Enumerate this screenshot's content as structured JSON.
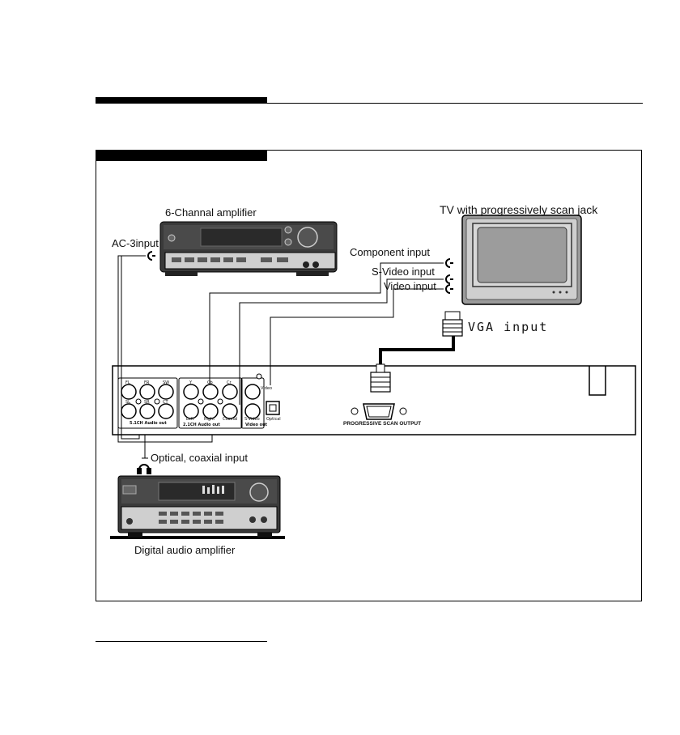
{
  "labels": {
    "six_channel_amp": "6-Channal amplifier",
    "tv": "TV with progressively scan jack",
    "ac3": "AC-3input",
    "component": "Component input",
    "svideo": "S-Video input",
    "video": "Video input",
    "vga": "VGA input",
    "optical_coaxial": "Optical, coaxial input",
    "digital_amp": "Digital audio amplifier",
    "progressive_output": "PROGRESSIVE SCAN OUTPUT"
  },
  "panel": {
    "ch51_out": "5.1CH Audio out",
    "ch21_out": "2.1CH Audio out",
    "video_out": "Video out",
    "jacks_51": [
      "FL",
      "FR",
      "SW",
      "SL",
      "SR",
      "CT"
    ],
    "jacks_comp": [
      "Y",
      "Cb",
      "Cr"
    ],
    "jacks_21": [
      "Left",
      "Right"
    ],
    "coaxial": "Coaxial",
    "optical": "Optical",
    "svideo_short": "S-Video",
    "video_short": "Video"
  },
  "colors": {
    "line": "#111111",
    "device_dark": "#3a3a3a",
    "device_mid": "#8a8a8a",
    "device_light": "#d6d6d6",
    "tv_screen": "#9c9c9c"
  }
}
